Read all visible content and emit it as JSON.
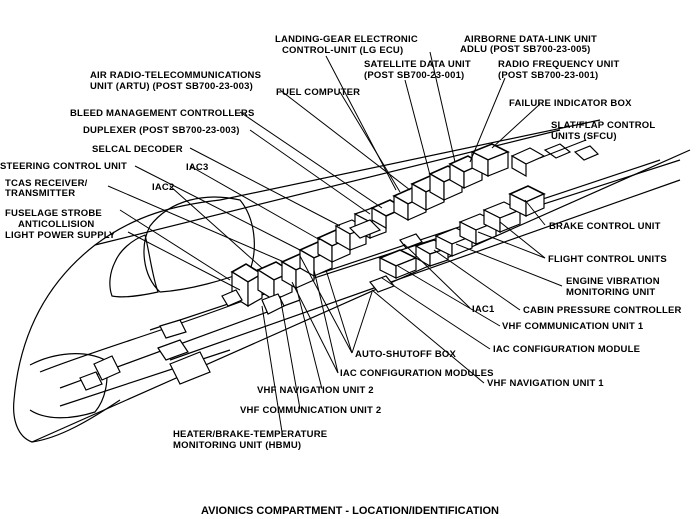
{
  "caption": "AVIONICS COMPARTMENT - LOCATION/IDENTIFICATION",
  "labels": {
    "lg_ecu_1": "LANDING-GEAR ELECTRONIC",
    "lg_ecu_2": "CONTROL-UNIT (LG ECU)",
    "adlu_1": "AIRBORNE DATA-LINK UNIT",
    "adlu_2": "ADLU (POST SB700-23-005)",
    "sdu_1": "SATELLITE DATA UNIT",
    "sdu_2": "(POST SB700-23-001)",
    "rfu_1": "RADIO FREQUENCY UNIT",
    "rfu_2": "(POST SB700-23-001)",
    "artu_1": "AIR RADIO-TELECOMMUNICATIONS",
    "artu_2": "UNIT (ARTU) (POST SB700-23-003)",
    "fuel_computer": "FUEL COMPUTER",
    "failure_indicator": "FAILURE INDICATOR BOX",
    "bleed_mgmt": "BLEED MANAGEMENT CONTROLLERS",
    "sfcu_1": "SLAT/FLAP CONTROL",
    "sfcu_2": "UNITS (SFCU)",
    "duplexer": "DUPLEXER (POST SB700-23-003)",
    "selcal": "SELCAL DECODER",
    "iac3": "IAC3",
    "steering": "STEERING CONTROL UNIT",
    "tcas_1": "TCAS RECEIVER/",
    "tcas_2": "TRANSMITTER",
    "iac2": "IAC2",
    "strobe_1": "FUSELAGE STROBE",
    "strobe_2": "ANTICOLLISION",
    "strobe_3": "LIGHT POWER SUPPLY",
    "brake_control": "BRAKE CONTROL UNIT",
    "flight_control": "FLIGHT CONTROL UNITS",
    "engine_vib_1": "ENGINE VIBRATION",
    "engine_vib_2": "MONITORING UNIT",
    "cabin_pressure": "CABIN PRESSURE CONTROLLER",
    "iac1": "IAC1",
    "vhf_comm_1": "VHF COMMUNICATION UNIT 1",
    "iac_config_module": "IAC CONFIGURATION MODULE",
    "auto_shutoff": "AUTO-SHUTOFF BOX",
    "vhf_nav_1": "VHF NAVIGATION UNIT 1",
    "iac_config_modules": "IAC CONFIGURATION MODULES",
    "vhf_nav_2": "VHF NAVIGATION UNIT 2",
    "vhf_comm_2": "VHF COMMUNICATION UNIT 2",
    "hbmu_1": "HEATER/BRAKE-TEMPERATURE",
    "hbmu_2": "MONITORING UNIT (HBMU)"
  }
}
